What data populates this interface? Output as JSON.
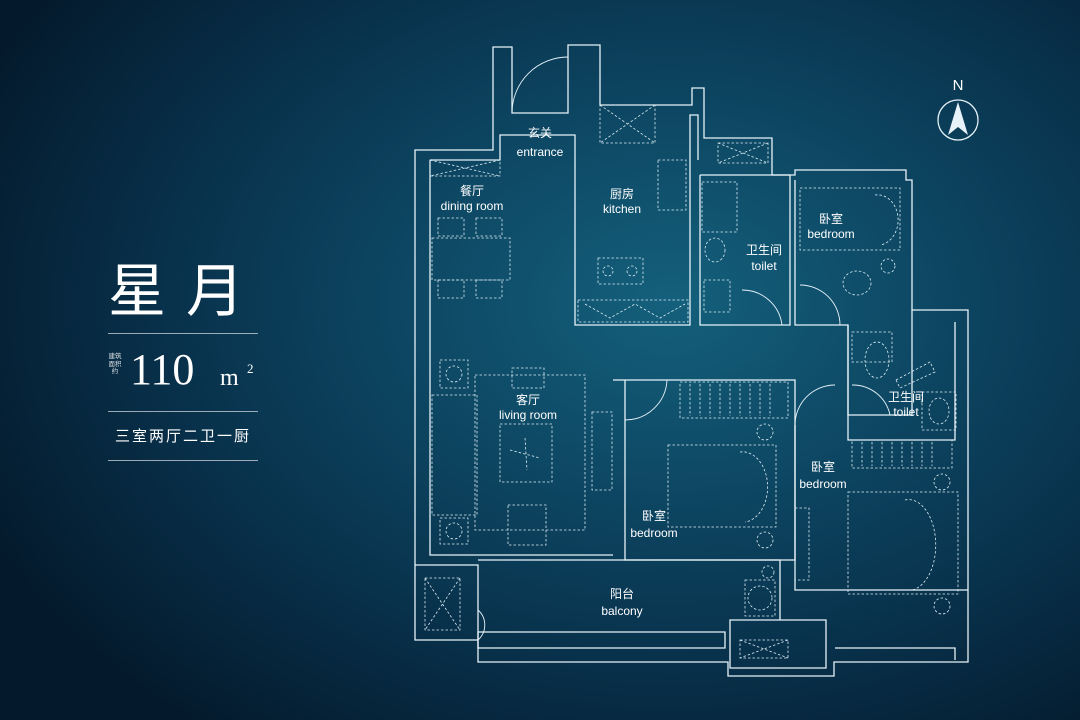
{
  "project": {
    "name": "星月",
    "area_caption": "建筑面积约",
    "area_value": "110",
    "area_unit": "m",
    "area_exp": "2",
    "layout": "三室两厅二卫一厨"
  },
  "compass": {
    "letter": "N"
  },
  "rooms": {
    "entrance": {
      "zh": "玄关",
      "en": "entrance"
    },
    "dining": {
      "zh": "餐厅",
      "en": "dining room"
    },
    "kitchen": {
      "zh": "厨房",
      "en": "kitchen"
    },
    "toilet1": {
      "zh": "卫生间",
      "en": "toilet"
    },
    "bedroom1": {
      "zh": "卧室",
      "en": "bedroom"
    },
    "toilet2": {
      "zh": "卫生间",
      "en": "toilet"
    },
    "living": {
      "zh": "客厅",
      "en": "living room"
    },
    "bedroom2": {
      "zh": "卧室",
      "en": "bedroom"
    },
    "bedroom3": {
      "zh": "卧室",
      "en": "bedroom"
    },
    "balcony": {
      "zh": "阳台",
      "en": "balcony"
    }
  },
  "colors": {
    "line": "#e6f2f8",
    "background": "#0d4763"
  }
}
